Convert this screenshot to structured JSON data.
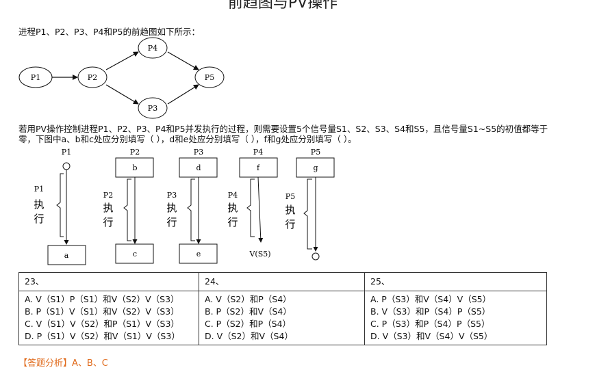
{
  "page": {
    "title": "前趋图与PV操作",
    "intro": "进程P1、P2、P3、P4和P5的前趋图如下所示：",
    "question": "若用PV操作控制进程P1、P2、P3、P4和P5并发执行的过程，则需要设置5个信号量S1、S2、S3、S4和S5，且信号量S1~S5的初值都等于零，下图中a、b和c处应分别填写（ ），d和e处应分别填写（ ），f和g处应分别填写（ ）。"
  },
  "precedence_graph": {
    "nodes": [
      "P1",
      "P2",
      "P3",
      "P4",
      "P5"
    ]
  },
  "process_diagram": {
    "processes": [
      {
        "name": "P1",
        "exec_label": [
          "P1",
          "执",
          "行"
        ],
        "top_box": "",
        "bottom_box": "a",
        "bottom_text": ""
      },
      {
        "name": "P2",
        "exec_label": [
          "P2",
          "执",
          "行"
        ],
        "top_box": "b",
        "bottom_box": "c",
        "bottom_text": ""
      },
      {
        "name": "P3",
        "exec_label": [
          "P3",
          "执",
          "行"
        ],
        "top_box": "d",
        "bottom_box": "e",
        "bottom_text": ""
      },
      {
        "name": "P4",
        "exec_label": [
          "P4",
          "执",
          "行"
        ],
        "top_box": "f",
        "bottom_box": "",
        "bottom_text": "V(S5)"
      },
      {
        "name": "P5",
        "exec_label": [
          "P5",
          "执",
          "行"
        ],
        "top_box": "g",
        "bottom_box": "",
        "bottom_text": ""
      }
    ]
  },
  "answers": {
    "columns": [
      {
        "header": "23、",
        "options": [
          "A. V（S1）P（S1）和V（S2）V（S3）",
          "B. P（S1）V（S1）和V（S2）V（S3）",
          "C. V（S1）V（S2）和P（S1）V（S3）",
          "D. P（S1）V（S2）和V（S1）V（S3）"
        ]
      },
      {
        "header": "24、",
        "options": [
          "A. V（S2）和P（S4）",
          "B. P（S2）和V（S4）",
          "C. P（S2）和P（S4）",
          "D. V（S2）和V（S4）"
        ]
      },
      {
        "header": "25、",
        "options": [
          "A. P（S3）和V（S4）V（S5）",
          "B. V（S3）和P（S4）P（S5）",
          "C. P（S3）和P（S4）P（S5）",
          "D. V（S3）和V（S4）V（S5）"
        ]
      }
    ]
  },
  "footer": {
    "analysis": "【答题分析】A、B、C"
  }
}
